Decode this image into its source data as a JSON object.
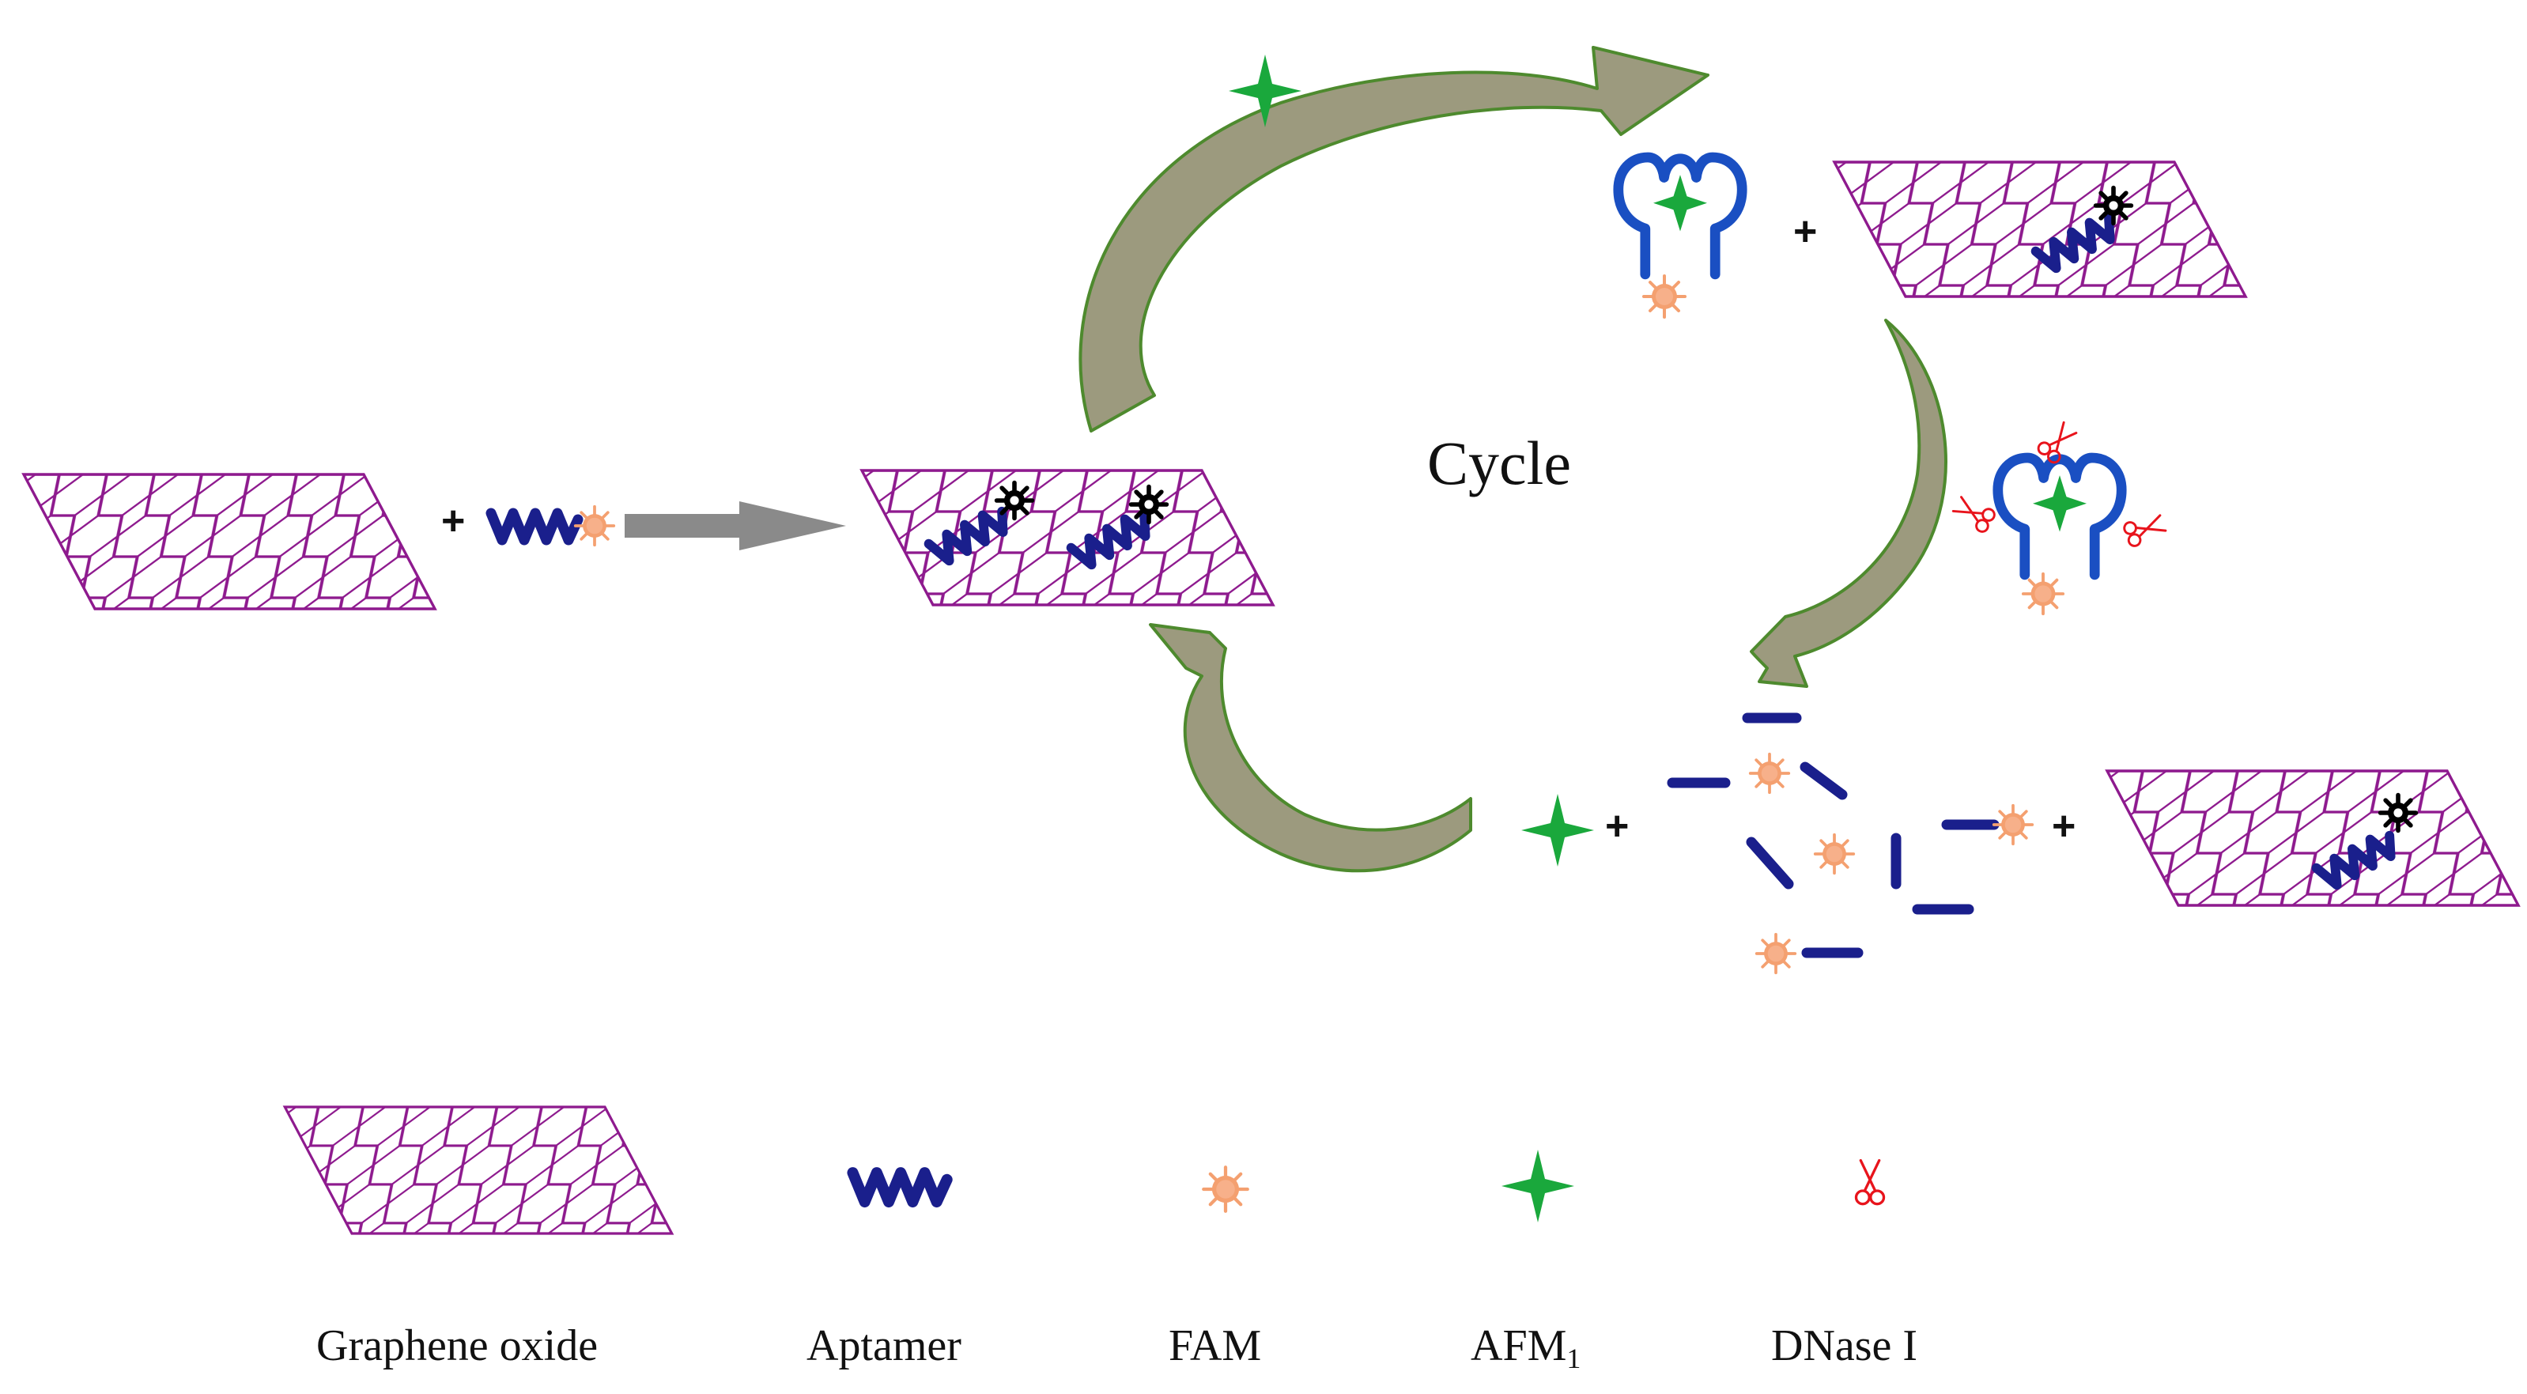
{
  "center_label": "Cycle",
  "plus_sign": "+",
  "legend": [
    {
      "label": "Graphene oxide"
    },
    {
      "label": "Aptamer"
    },
    {
      "label": "FAM"
    },
    {
      "label": "AFM",
      "subscript": "1"
    },
    {
      "label": "DNase I"
    }
  ],
  "colors": {
    "graphene": "#8e1a8e",
    "aptamer": "#1a1f8c",
    "fam": "#f4a070",
    "afm": "#1aa83c",
    "dnase": "#e8141c",
    "arrow_fill": "#9c9a7e",
    "arrow_stroke": "#4e8a2e",
    "reaction_arrow": "#8a8a8a"
  },
  "icons": [
    "graphene-sheet-icon",
    "aptamer-coil-icon",
    "fam-dye-icon",
    "afm1-star-icon",
    "dnase-scissors-icon",
    "quencher-icon"
  ]
}
